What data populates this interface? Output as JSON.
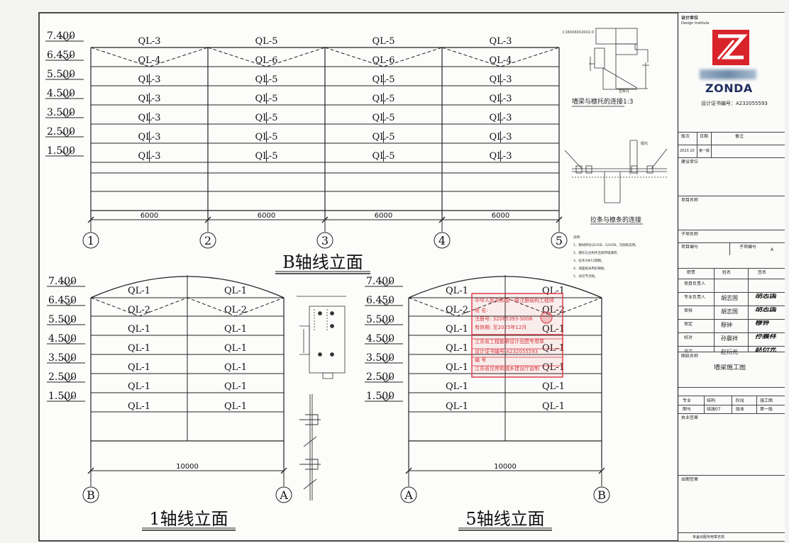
{
  "elevations": [
    "7.400",
    "6.450",
    "5.500",
    "4.500",
    "3.500",
    "2.500",
    "1.500"
  ],
  "b_axis": {
    "title": "B轴线立面",
    "columns": [
      [
        "QL-3",
        "QL-4",
        "QL-3",
        "QL-3",
        "QL-3",
        "QL-3",
        "QL-3"
      ],
      [
        "QL-5",
        "QL-6",
        "QL-5",
        "QL-5",
        "QL-5",
        "QL-5",
        "QL-5"
      ],
      [
        "QL-5",
        "QL-6",
        "QL-5",
        "QL-5",
        "QL-5",
        "QL-5",
        "QL-5"
      ],
      [
        "QL-3",
        "QL-4",
        "QL-3",
        "QL-3",
        "QL-3",
        "QL-3",
        "QL-3"
      ]
    ],
    "spans": [
      "6000",
      "6000",
      "6000",
      "6000"
    ],
    "axes": [
      "1",
      "2",
      "3",
      "4",
      "5"
    ]
  },
  "axis1": {
    "title": "1轴线立面",
    "left": [
      "QL-1",
      "QL-2",
      "QL-1",
      "QL-1",
      "QL-1",
      "QL-1",
      "QL-1"
    ],
    "right": [
      "QL-1",
      "QL-2",
      "QL-1",
      "QL-1",
      "QL-1",
      "QL-1",
      "QL-1"
    ],
    "span": "10000",
    "axes": [
      "B",
      "A"
    ]
  },
  "axis5": {
    "title": "5轴线立面",
    "left": [
      "QL-1",
      "QL-2",
      "QL-1",
      "QL-1",
      "QL-1",
      "QL-1",
      "QL-1"
    ],
    "right": [
      "QL-1",
      "QL-2",
      "QL-1",
      "QL-1",
      "QL-1",
      "QL-1",
      "QL-1"
    ],
    "span": "10000",
    "axes": [
      "A",
      "B"
    ]
  },
  "details": {
    "top_caption": "墙梁与檩托的连接1:3",
    "mid_caption": "拉条与檩条的连接",
    "top_label": "C160X60X20X2.0"
  },
  "notes": [
    "说明:",
    "1、钢材牌号Q235B、Q345B，见图纸说明。",
    "2、檩托与主构件连接焊缝满焊。",
    "3、拉条为Φ12圆钢。",
    "4、墙面板采用彩钢板。",
    "5、详见节点图。"
  ],
  "stamp": {
    "lines": [
      "中华人民共和国一级注册结构工程师",
      "姓 名:",
      "注册号: 32065393-S006",
      "有效期: 至2025年12月",
      "江苏省工程勘察设计出图专用章",
      "设计证书编号 A232055593",
      "编 号",
      "江苏省住房和城乡建设厅监制"
    ]
  },
  "titleblock": {
    "design_institute_label": "设计单位",
    "design_institute_en": "Design Institute",
    "brand": "ZONDA",
    "certificate": "设计证书编号：A232055593",
    "rev_header": [
      "版次",
      "日期",
      "备注"
    ],
    "rev_row": [
      "2023.10",
      "第一版",
      ""
    ],
    "client_label": "建设单位",
    "project_label": "项目名称",
    "subproject_label": "子项名称",
    "project_no_label": "项目编号",
    "sub_no_label": "子项编号",
    "sub_no_value": "A",
    "roles": [
      {
        "role": "项目负责人",
        "name": "",
        "sign": ""
      },
      {
        "role": "专业负责人",
        "name": "胡志国",
        "sign": "胡志国"
      },
      {
        "role": "审核",
        "name": "胡志国",
        "sign": "胡志国"
      },
      {
        "role": "审定",
        "name": "穆钟",
        "sign": "穆钟"
      },
      {
        "role": "校对",
        "name": "孙晨祥",
        "sign": "孙晨祥"
      },
      {
        "role": "设计",
        "name": "赵衍光",
        "sign": "赵衍光"
      }
    ],
    "role_header": [
      "职责",
      "姓名",
      "签名"
    ],
    "sheet_title_label": "图纸名称",
    "sheet_title": "墙梁施工图",
    "info": [
      {
        "k": "专业",
        "v": "结构"
      },
      {
        "k": "阶段",
        "v": "施工图"
      },
      {
        "k": "图号",
        "v": "结施07"
      },
      {
        "k": "版本",
        "v": "第一版"
      }
    ],
    "reg_stamp_label": "执业签章",
    "seal_label": "出图签章",
    "footer": "未盖出图专用章无效"
  }
}
